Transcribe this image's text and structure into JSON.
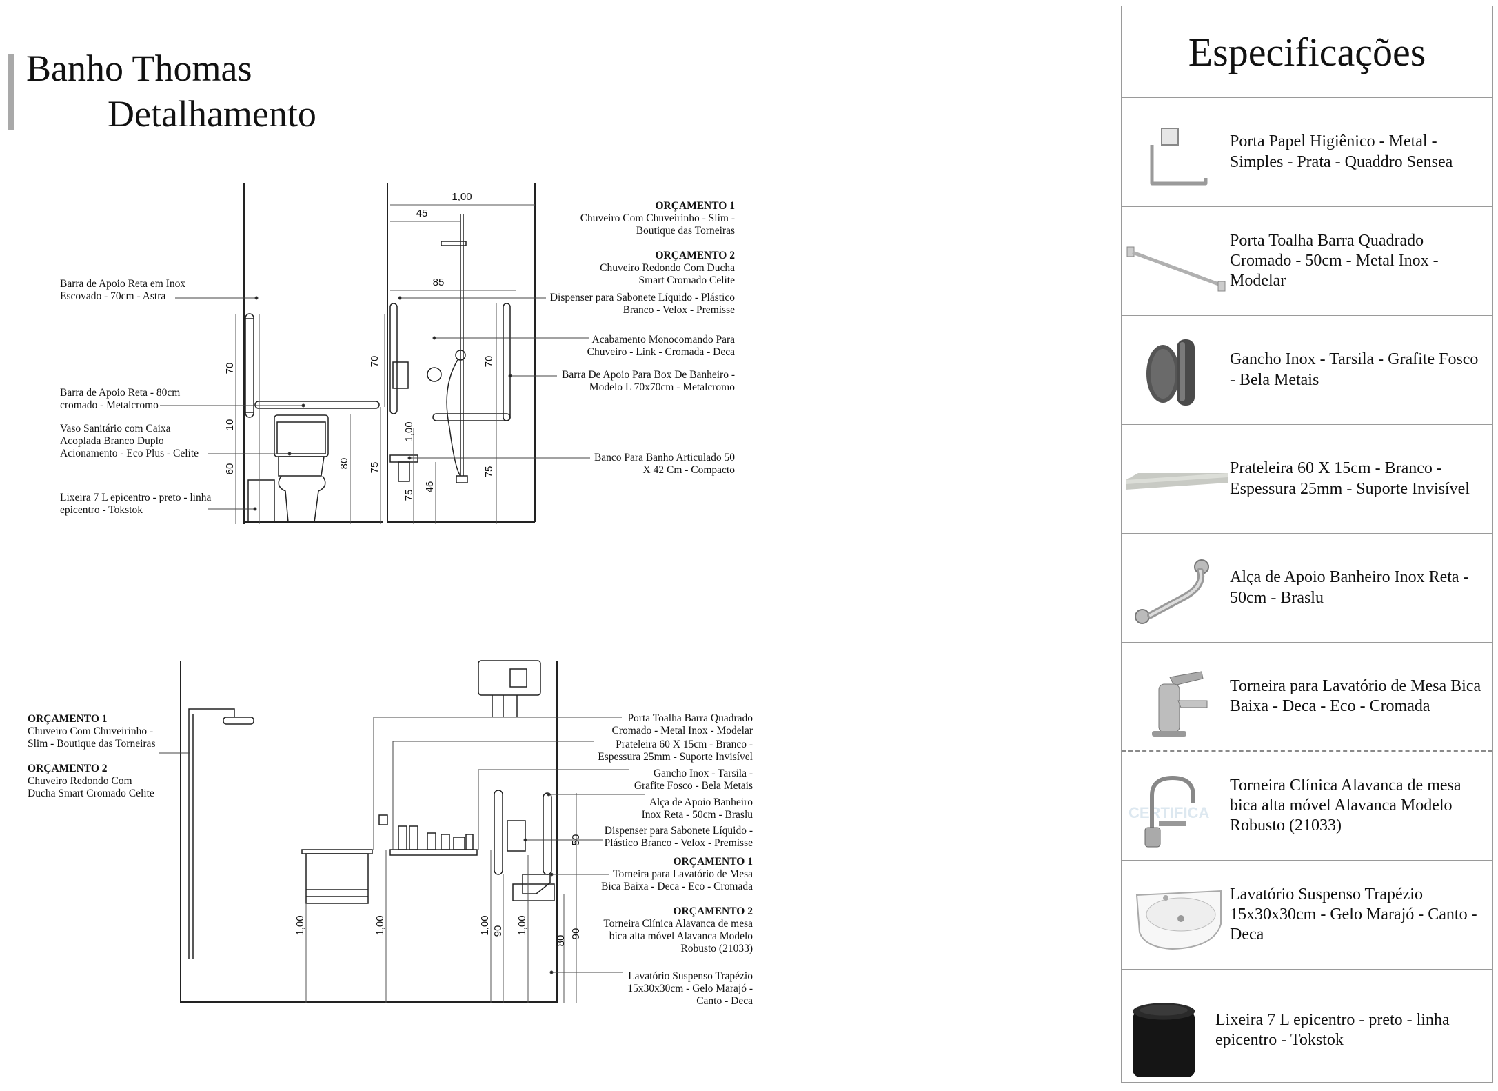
{
  "header": {
    "title_line1": "Banho Thomas",
    "title_line2": "Detalhamento"
  },
  "elevation1": {
    "labels_left": [
      {
        "l1": "Barra de Apoio Reta em Inox",
        "l2": "Escovado - 70cm - Astra"
      },
      {
        "l1": "Barra de Apoio Reta - 80cm",
        "l2": "cromado - Metalcromo"
      },
      {
        "l1": "Vaso Sanitário com Caixa",
        "l2": "Acoplada Branco Duplo",
        "l3": "Acionamento - Eco Plus - Celite"
      },
      {
        "l1": "Lixeira 7 L epicentro - preto - linha",
        "l2": "epicentro - Tokstok"
      }
    ],
    "labels_right": [
      {
        "h": "ORÇAMENTO 1",
        "l1": "Chuveiro Com Chuveirinho - Slim -",
        "l2": "Boutique das Torneiras"
      },
      {
        "h": "ORÇAMENTO 2",
        "l1": "Chuveiro Redondo Com Ducha",
        "l2": "Smart Cromado Celite"
      },
      {
        "l1": "Dispenser para Sabonete Líquido - Plástico",
        "l2": "Branco - Velox - Premisse"
      },
      {
        "l1": "Acabamento Monocomando Para",
        "l2": "Chuveiro - Link - Cromada - Deca"
      },
      {
        "l1": "Barra De Apoio Para Box De Banheiro -",
        "l2": "Modelo L 70x70cm - Metalcromo"
      },
      {
        "l1": "Banco Para Banho Articulado 50",
        "l2": "X 42 Cm - Compacto"
      }
    ],
    "dims": [
      "1,00",
      "45",
      "85",
      "70",
      "10",
      "60",
      "80",
      "75",
      "70",
      "1,00",
      "75",
      "46",
      "70",
      "75"
    ]
  },
  "elevation2": {
    "labels_left": [
      {
        "h": "ORÇAMENTO 1",
        "l1": "Chuveiro Com Chuveirinho -",
        "l2": "Slim - Boutique das Torneiras"
      },
      {
        "h": "ORÇAMENTO 2",
        "l1": "Chuveiro Redondo Com",
        "l2": "Ducha Smart Cromado Celite"
      }
    ],
    "labels_right": [
      {
        "l1": "Porta Toalha Barra Quadrado",
        "l2": "Cromado - Metal Inox - Modelar"
      },
      {
        "l1": "Prateleira 60 X 15cm - Branco -",
        "l2": "Espessura 25mm - Suporte Invisível"
      },
      {
        "l1": "Gancho Inox - Tarsila -",
        "l2": "Grafite Fosco - Bela Metais"
      },
      {
        "l1": "Alça de Apoio Banheiro",
        "l2": "Inox Reta - 50cm - Braslu"
      },
      {
        "l1": "Dispenser para Sabonete Líquido -",
        "l2": "Plástico Branco - Velox - Premisse"
      },
      {
        "h": "ORÇAMENTO 1",
        "l1": "Torneira para Lavatório de Mesa",
        "l2": "Bica Baixa - Deca - Eco - Cromada"
      },
      {
        "h": "ORÇAMENTO 2",
        "l1": "Torneira Clínica Alavanca de mesa",
        "l2": "bica alta móvel Alavanca Modelo",
        "l3": "Robusto (21033)"
      },
      {
        "l1": "Lavatório Suspenso Trapézio",
        "l2": "15x30x30cm - Gelo Marajó -",
        "l3": "Canto - Deca"
      }
    ],
    "dims": [
      "1,00",
      "1,00",
      "1,00",
      "90",
      "1,00",
      "50",
      "80",
      "90"
    ]
  },
  "spec": {
    "title": "Especificações",
    "watermark": "CERTIFICA",
    "items": [
      {
        "icon": "toilet-paper-holder-icon",
        "text": "Porta Papel Higiênico - Metal - Simples - Prata - Quaddro Sensea"
      },
      {
        "icon": "towel-bar-icon",
        "text": "Porta Toalha Barra Quadrado Cromado - 50cm - Metal Inox - Modelar"
      },
      {
        "icon": "hook-icon",
        "text": "Gancho Inox - Tarsila - Grafite Fosco - Bela Metais"
      },
      {
        "icon": "shelf-icon",
        "text": "Prateleira 60 X 15cm - Branco - Espessura 25mm - Suporte Invisível"
      },
      {
        "icon": "grab-bar-icon",
        "text": "Alça de Apoio Banheiro Inox Reta - 50cm - Braslu"
      },
      {
        "icon": "basin-faucet-icon",
        "text": "Torneira para Lavatório de Mesa Bica Baixa - Deca - Eco - Cromada"
      },
      {
        "icon": "clinical-faucet-icon",
        "text": "Torneira Clínica Alavanca de mesa bica alta móvel Alavanca Modelo Robusto (21033)"
      },
      {
        "icon": "corner-sink-icon",
        "text": "Lavatório Suspenso Trapézio 15x30x30cm - Gelo Marajó - Canto - Deca"
      },
      {
        "icon": "trash-bin-icon",
        "text": "Lixeira 7 L epicentro - preto - linha epicentro - Tokstok"
      }
    ]
  }
}
